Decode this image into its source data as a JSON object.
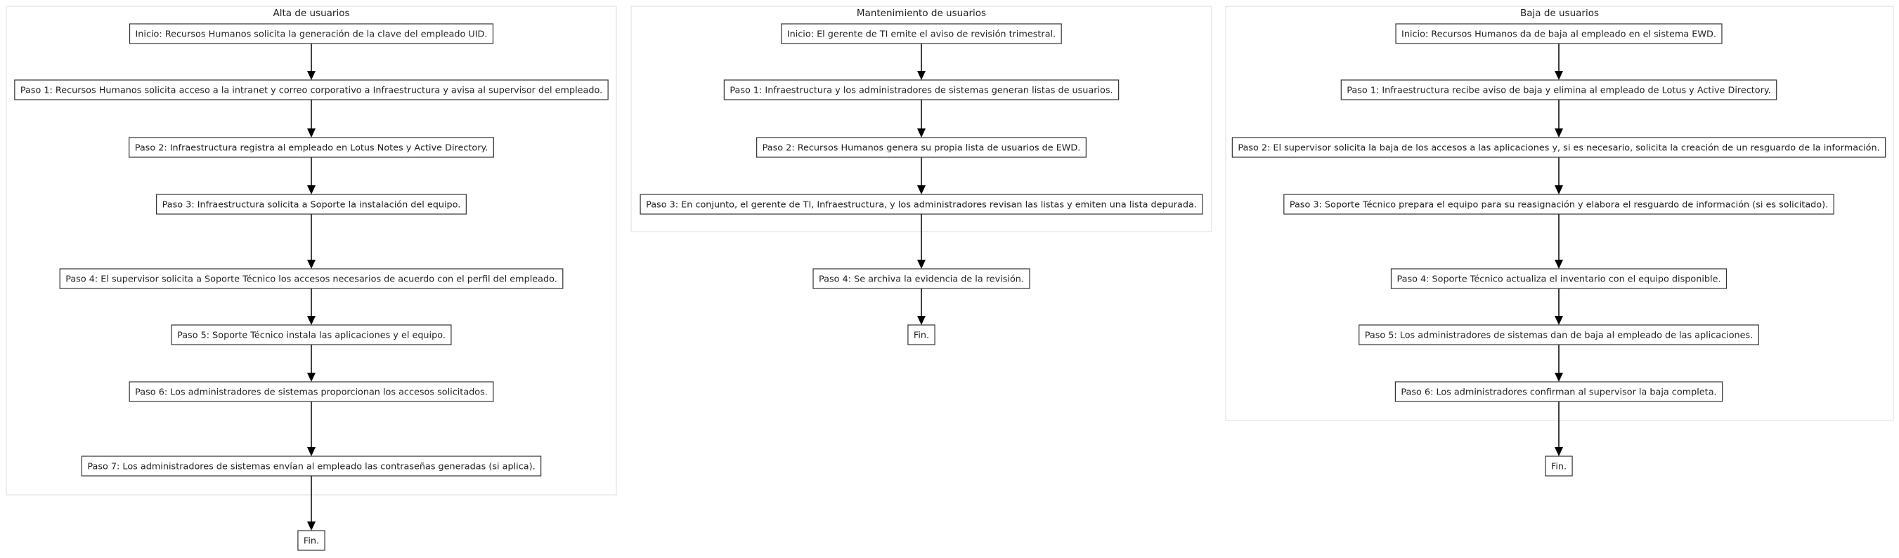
{
  "diagram": {
    "clusters": [
      {
        "id": "alta",
        "title": "Alta de usuarios",
        "nodes": [
          {
            "id": "a0",
            "label": "Inicio: Recursos Humanos solicita la generación de la clave del empleado UID."
          },
          {
            "id": "a1",
            "label": "Paso 1: Recursos Humanos solicita acceso a la intranet y correo corporativo a Infraestructura y avisa al supervisor del empleado."
          },
          {
            "id": "a2",
            "label": "Paso 2: Infraestructura registra al empleado en Lotus Notes y Active Directory."
          },
          {
            "id": "a3",
            "label": "Paso 3: Infraestructura solicita a Soporte la instalación del equipo."
          },
          {
            "id": "a4",
            "label": "Paso 4: El supervisor solicita a Soporte Técnico los accesos necesarios de acuerdo con el perfil del empleado."
          },
          {
            "id": "a5",
            "label": "Paso 5: Soporte Técnico instala las aplicaciones y el equipo."
          },
          {
            "id": "a6",
            "label": "Paso 6: Los administradores de sistemas proporcionan los accesos solicitados."
          },
          {
            "id": "a7",
            "label": "Paso 7: Los administradores de sistemas envían al empleado las contraseñas generadas (si aplica)."
          }
        ]
      },
      {
        "id": "mant",
        "title": "Mantenimiento de usuarios",
        "nodes": [
          {
            "id": "m0",
            "label": "Inicio: El gerente de TI emite el aviso de revisión trimestral."
          },
          {
            "id": "m1",
            "label": "Paso 1: Infraestructura y los administradores de sistemas generan listas de usuarios."
          },
          {
            "id": "m2",
            "label": "Paso 2: Recursos Humanos genera su propia lista de usuarios de EWD."
          },
          {
            "id": "m3",
            "label": "Paso 3: En conjunto, el gerente de TI, Infraestructura, y los administradores revisan las listas y emiten una lista depurada."
          }
        ]
      },
      {
        "id": "baja",
        "title": "Baja de usuarios",
        "nodes": [
          {
            "id": "b0",
            "label": "Inicio: Recursos Humanos da de baja al empleado en el sistema EWD."
          },
          {
            "id": "b1",
            "label": "Paso 1: Infraestructura recibe aviso de baja y elimina al empleado de Lotus y Active Directory."
          },
          {
            "id": "b2",
            "label": "Paso 2: El supervisor solicita la baja de los accesos a las aplicaciones y, si es necesario, solicita la creación de un resguardo de la información."
          },
          {
            "id": "b3",
            "label": "Paso 3: Soporte Técnico prepara el equipo para su reasignación y elabora el resguardo de información (si es solicitado)."
          },
          {
            "id": "b4",
            "label": "Paso 4: Soporte Técnico actualiza el inventario con el equipo disponible."
          },
          {
            "id": "b5",
            "label": "Paso 5: Los administradores de sistemas dan de baja al empleado de las aplicaciones."
          },
          {
            "id": "b6",
            "label": "Paso 6: Los administradores confirman al supervisor la baja completa."
          }
        ]
      }
    ],
    "free_nodes": [
      {
        "id": "aEnd",
        "label": "Fin."
      },
      {
        "id": "m4",
        "label": "Paso 4: Se archiva la evidencia de la revisión."
      },
      {
        "id": "mEnd",
        "label": "Fin."
      },
      {
        "id": "bEnd",
        "label": "Fin."
      }
    ],
    "edges": [
      [
        "a0",
        "a1"
      ],
      [
        "a1",
        "a2"
      ],
      [
        "a2",
        "a3"
      ],
      [
        "a3",
        "a4"
      ],
      [
        "a4",
        "a5"
      ],
      [
        "a5",
        "a6"
      ],
      [
        "a6",
        "a7"
      ],
      [
        "a7",
        "aEnd"
      ],
      [
        "m0",
        "m1"
      ],
      [
        "m1",
        "m2"
      ],
      [
        "m2",
        "m3"
      ],
      [
        "m3",
        "m4"
      ],
      [
        "m4",
        "mEnd"
      ],
      [
        "b0",
        "b1"
      ],
      [
        "b1",
        "b2"
      ],
      [
        "b2",
        "b3"
      ],
      [
        "b3",
        "b4"
      ],
      [
        "b4",
        "b5"
      ],
      [
        "b5",
        "b6"
      ],
      [
        "b6",
        "bEnd"
      ]
    ]
  }
}
